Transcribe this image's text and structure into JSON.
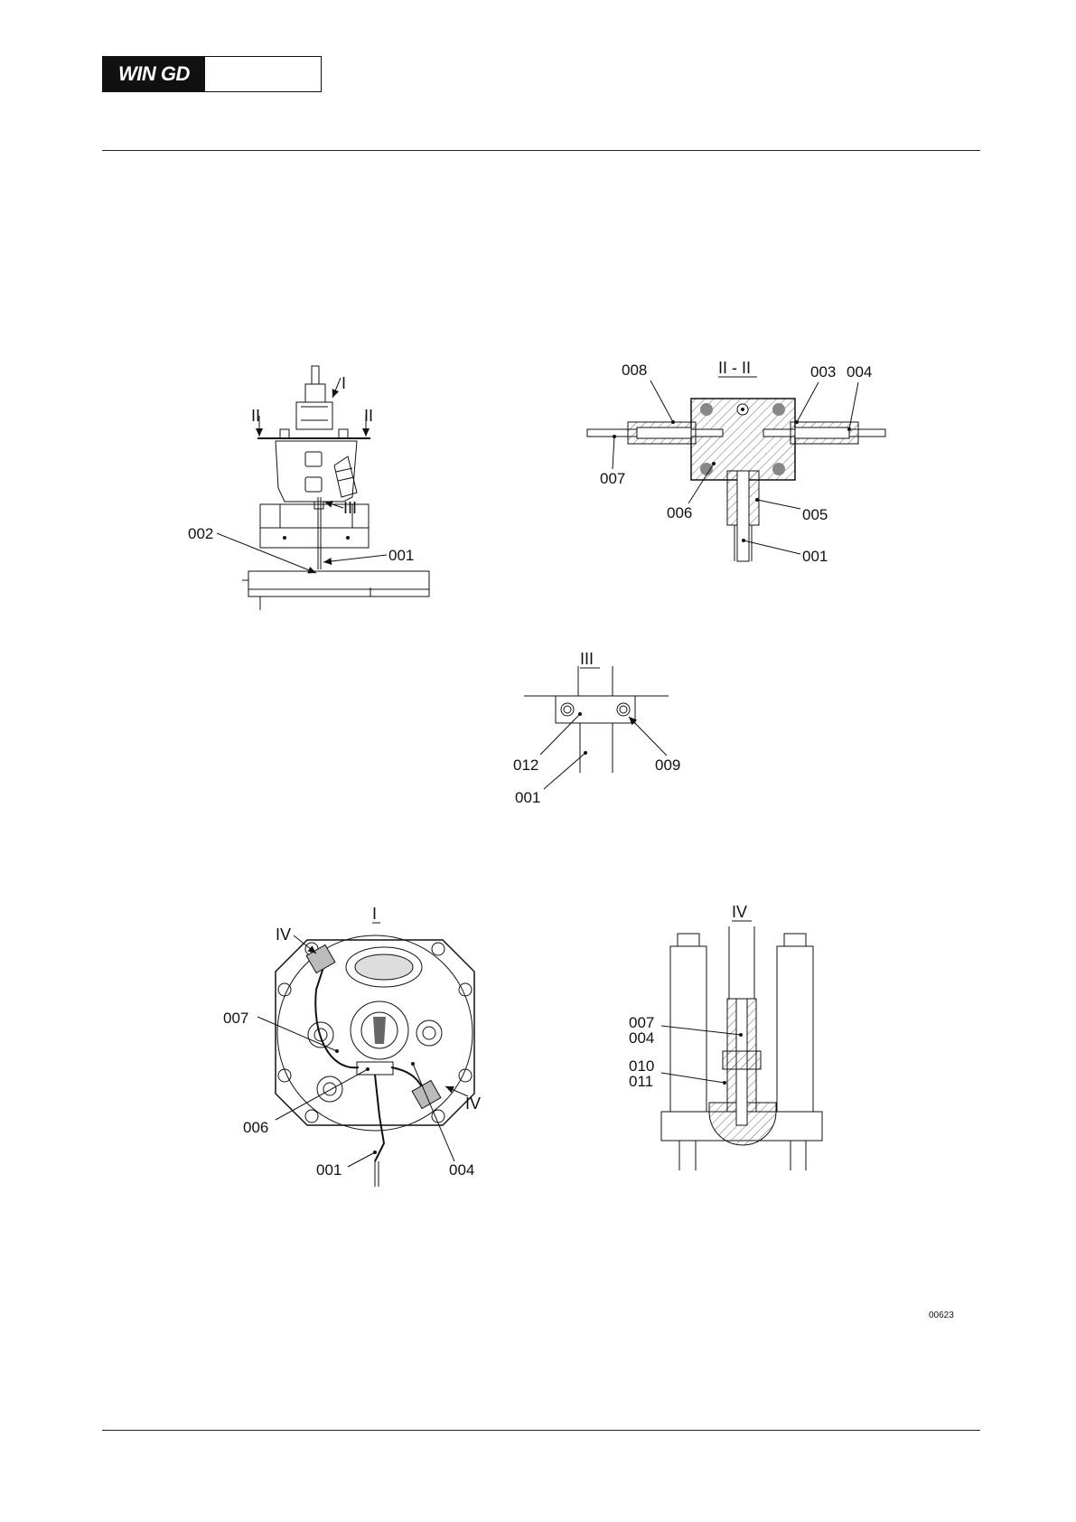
{
  "header": {
    "logo_text": "WIN GD"
  },
  "figure": {
    "drawing_ref": "00623",
    "main_view": {
      "labels": [
        "I",
        "II",
        "II",
        "III",
        "002",
        "001"
      ]
    },
    "view_II": {
      "title": "II - II",
      "labels": [
        "008",
        "003",
        "004",
        "007",
        "006",
        "005",
        "001"
      ]
    },
    "view_III": {
      "title": "III",
      "labels": [
        "012",
        "009",
        "001"
      ]
    },
    "view_I": {
      "title": "I",
      "labels": [
        "IV",
        "007",
        "IV",
        "006",
        "001",
        "004"
      ]
    },
    "view_IV": {
      "title": "IV",
      "labels": [
        "007",
        "004",
        "010",
        "011"
      ]
    }
  },
  "colors": {
    "ink": "#111111",
    "paper": "#ffffff"
  }
}
